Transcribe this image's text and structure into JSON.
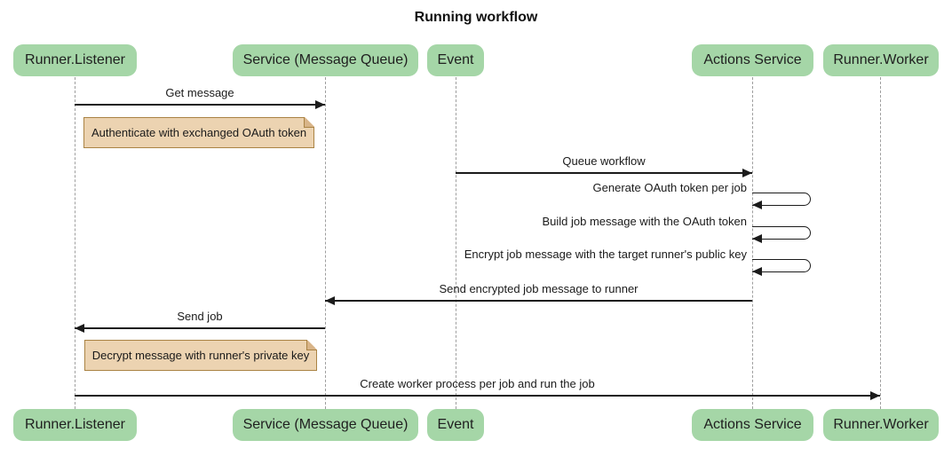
{
  "title": "Running workflow",
  "colors": {
    "background": "#ffffff",
    "actor-fill": "#a5d6a7",
    "actor-text": "#1f1f1f",
    "note-fill": "#ecd3b1",
    "note-border": "#aa8344",
    "lifeline": "#9e9e9e",
    "arrow": "#1b1b1b",
    "title-text": "#111111"
  },
  "participants": [
    {
      "id": "runner-listener",
      "label": "Runner.Listener"
    },
    {
      "id": "service-message-queue",
      "label": "Service (Message Queue)"
    },
    {
      "id": "event",
      "label": "Event"
    },
    {
      "id": "actions-service",
      "label": "Actions Service"
    },
    {
      "id": "runner-worker",
      "label": "Runner.Worker"
    }
  ],
  "messages": [
    {
      "label": "Get message",
      "from": "Runner.Listener",
      "to": "Service (Message Queue)",
      "kind": "solid-arrow"
    },
    {
      "label": "Queue workflow",
      "from": "Event",
      "to": "Actions Service",
      "kind": "solid-arrow"
    },
    {
      "label": "Generate OAuth token per job",
      "from": "Actions Service",
      "to": "Actions Service",
      "kind": "self-arrow"
    },
    {
      "label": "Build job message with the OAuth token",
      "from": "Actions Service",
      "to": "Actions Service",
      "kind": "self-arrow"
    },
    {
      "label": "Encrypt job message with the target runner's public key",
      "from": "Actions Service",
      "to": "Actions Service",
      "kind": "self-arrow"
    },
    {
      "label": "Send encrypted job message to runner",
      "from": "Actions Service",
      "to": "Service (Message Queue)",
      "kind": "solid-arrow"
    },
    {
      "label": "Send job",
      "from": "Service (Message Queue)",
      "to": "Runner.Listener",
      "kind": "solid-arrow"
    },
    {
      "label": "Create worker process per job and run the job",
      "from": "Runner.Listener",
      "to": "Runner.Worker",
      "kind": "solid-arrow"
    }
  ],
  "notes": [
    {
      "label": "Authenticate with exchanged OAuth token",
      "anchor": "Runner.Listener"
    },
    {
      "label": "Decrypt message with runner's private key",
      "anchor": "Runner.Listener"
    }
  ]
}
